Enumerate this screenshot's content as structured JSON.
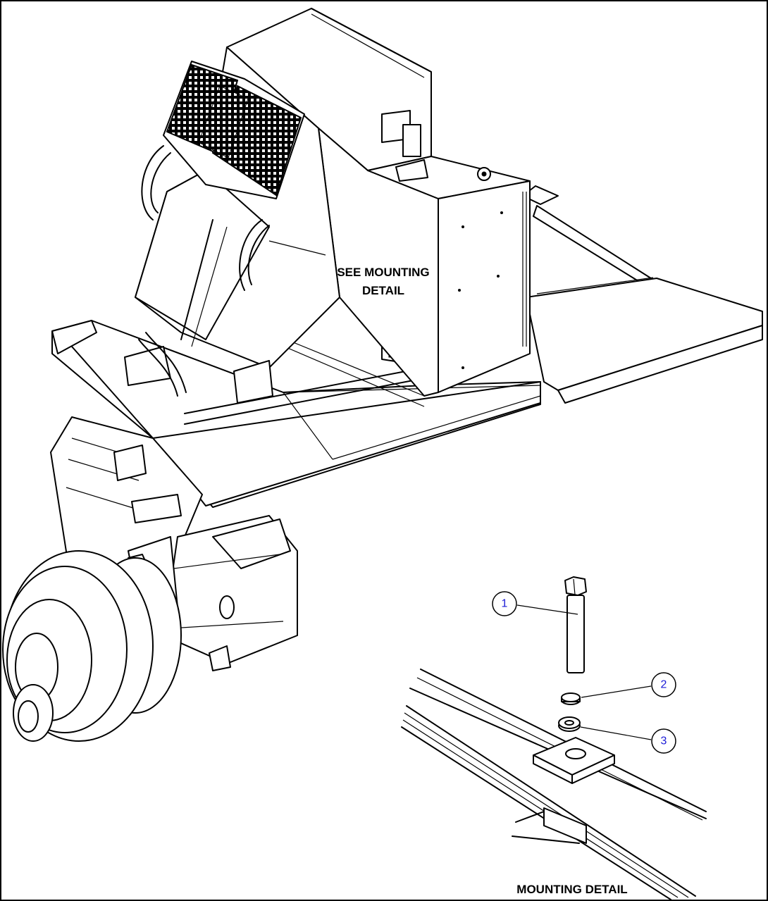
{
  "labels": {
    "see_mounting_line1": "SEE MOUNTING",
    "see_mounting_line2": "DETAIL",
    "mounting_detail": "MOUNTING DETAIL"
  },
  "callouts": [
    {
      "id": "1",
      "name": "callout-1"
    },
    {
      "id": "2",
      "name": "callout-2"
    },
    {
      "id": "3",
      "name": "callout-3"
    }
  ],
  "colors": {
    "line": "#000000",
    "callout_text": "#1a1ad6",
    "background": "#ffffff"
  }
}
